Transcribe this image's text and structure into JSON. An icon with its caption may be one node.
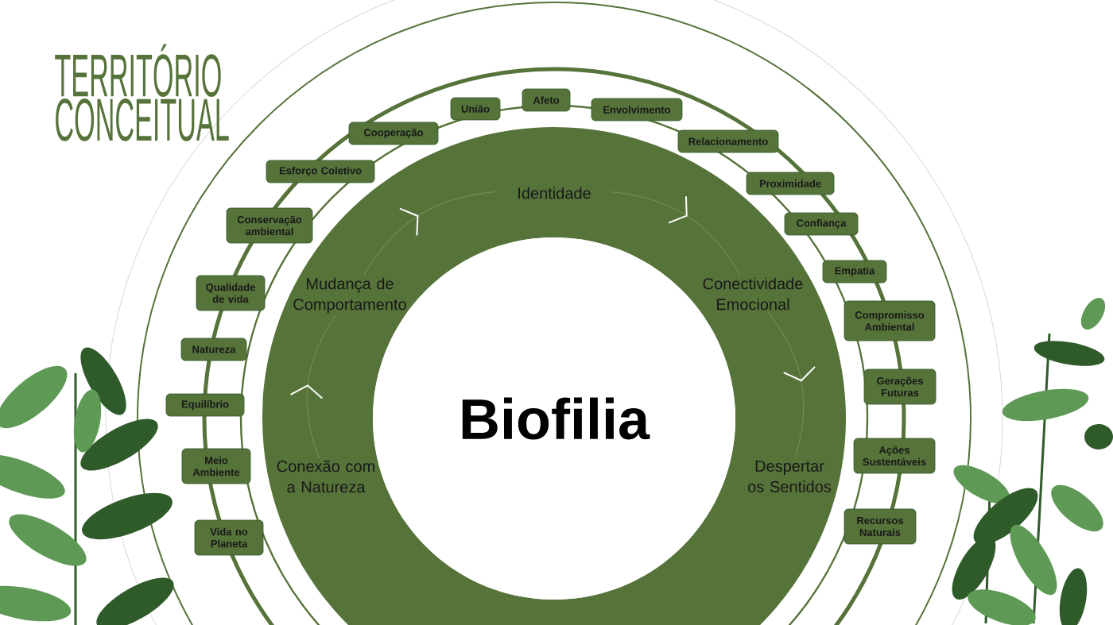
{
  "diagram": {
    "title": "TERRITÓRIO CONCEITUAL",
    "nodes": [
      {
        "text": [
          "Biofilia"
        ]
      },
      {
        "text": [
          "Identidade"
        ]
      },
      {
        "text": [
          "Conectividade Emocional"
        ]
      },
      {
        "text": [
          "Despertar os Sentidos"
        ]
      },
      {
        "text": [
          "Conexão com a Natureza"
        ]
      },
      {
        "text": [
          "Mudança de Comportamento"
        ]
      },
      {
        "text": [
          "União"
        ]
      },
      {
        "text": [
          "Afeto"
        ]
      },
      {
        "text": [
          "Envolvimento"
        ]
      },
      {
        "text": [
          "Cooperação"
        ]
      },
      {
        "text": [
          "Relacionamento"
        ]
      },
      {
        "text": [
          "Esforço Coletivo"
        ]
      },
      {
        "text": [
          "Proximidade"
        ]
      },
      {
        "text": [
          "Conservação ambiental"
        ]
      },
      {
        "text": [
          "Confiança"
        ]
      },
      {
        "text": [
          "Empatia"
        ]
      },
      {
        "text": [
          "Qualidade de vida"
        ]
      },
      {
        "text": [
          "Compromisso Ambiental"
        ]
      },
      {
        "text": [
          "Natureza"
        ]
      },
      {
        "text": [
          "Gerações Futuras"
        ]
      },
      {
        "text": [
          "Equilíbrio"
        ]
      },
      {
        "text": [
          "Ações Sustentáveis"
        ]
      },
      {
        "text": [
          "Meio Ambiente"
        ]
      },
      {
        "text": [
          "Vida no Planeta"
        ]
      },
      {
        "text": [
          "Recursos Naturais"
        ]
      }
    ],
    "edges": [
      {
        "from": 5,
        "to": 1,
        "arrow": "to"
      },
      {
        "from": 1,
        "to": 2,
        "arrow": "to"
      },
      {
        "from": 2,
        "to": 3,
        "arrow": "to"
      },
      {
        "from": 4,
        "to": 5,
        "arrow": "to"
      }
    ]
  }
}
